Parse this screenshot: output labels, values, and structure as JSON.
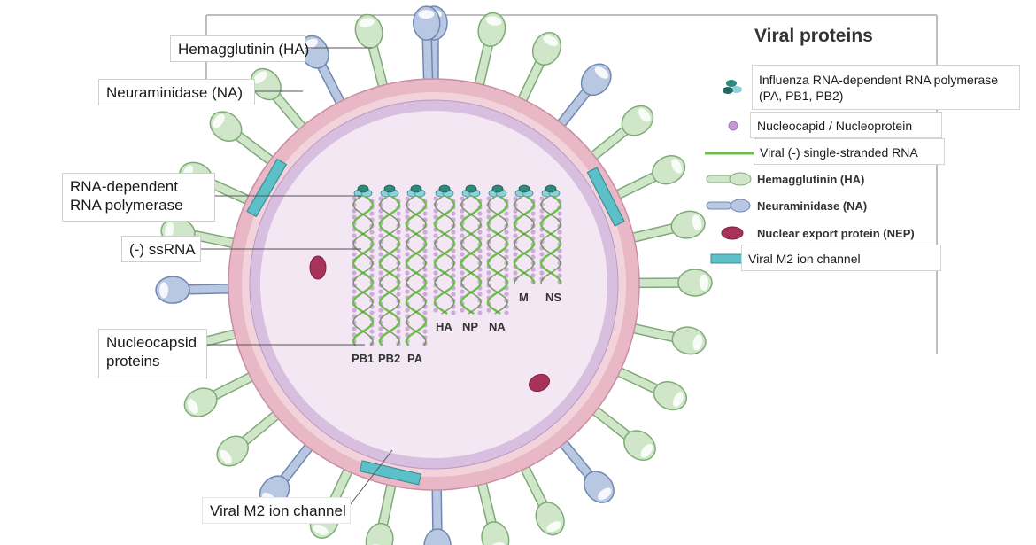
{
  "callouts": {
    "hemagglutinin": "Hemagglutinin (HA)",
    "neuraminidase": "Neuraminidase (NA)",
    "polymerase_line1": "RNA-dependent",
    "polymerase_line2": "RNA polymerase",
    "ssrna": "(-) ssRNA",
    "nucleocapsid_line1": "Nucleocapsid",
    "nucleocapsid_line2": "proteins",
    "m2_channel": "Viral M2 ion channel"
  },
  "legend": {
    "title": "Viral proteins",
    "items": [
      {
        "label": "Influenza RNA-dependent  RNA polymerase",
        "label_line2": "(PA, PB1, PB2)",
        "icon": "polymerase-icon"
      },
      {
        "label": "Nucleocapid / Nucleoprotein",
        "icon": "nucleoprotein-icon"
      },
      {
        "label": "Viral (-) single-stranded RNA",
        "icon": "ssrna-line-icon"
      },
      {
        "label": "Hemagglutinin (HA)",
        "icon": "hemagglutinin-icon"
      },
      {
        "label": "Neuraminidase (NA)",
        "icon": "neuraminidase-icon"
      },
      {
        "label": "Nuclear export protein (NEP)",
        "icon": "nep-icon"
      },
      {
        "label": "Viral M2 ion channel",
        "icon": "m2-channel-icon"
      }
    ]
  },
  "segments": [
    "PB1",
    "PB2",
    "PA",
    "HA",
    "NP",
    "NA",
    "M",
    "NS"
  ],
  "colors": {
    "hemagglutinin": "#cfe7c8",
    "neuraminidase": "#b8c8e3",
    "envelope_outer": "#e8b9c8",
    "envelope_inner": "#d8c0de",
    "core": "#f3e6f3",
    "ssrna": "#6bbf4a",
    "nucleoprotein": "#c79ad6",
    "polymerase": "#2e8a7a",
    "nep": "#a8325a",
    "m2": "#5cc0c8"
  }
}
